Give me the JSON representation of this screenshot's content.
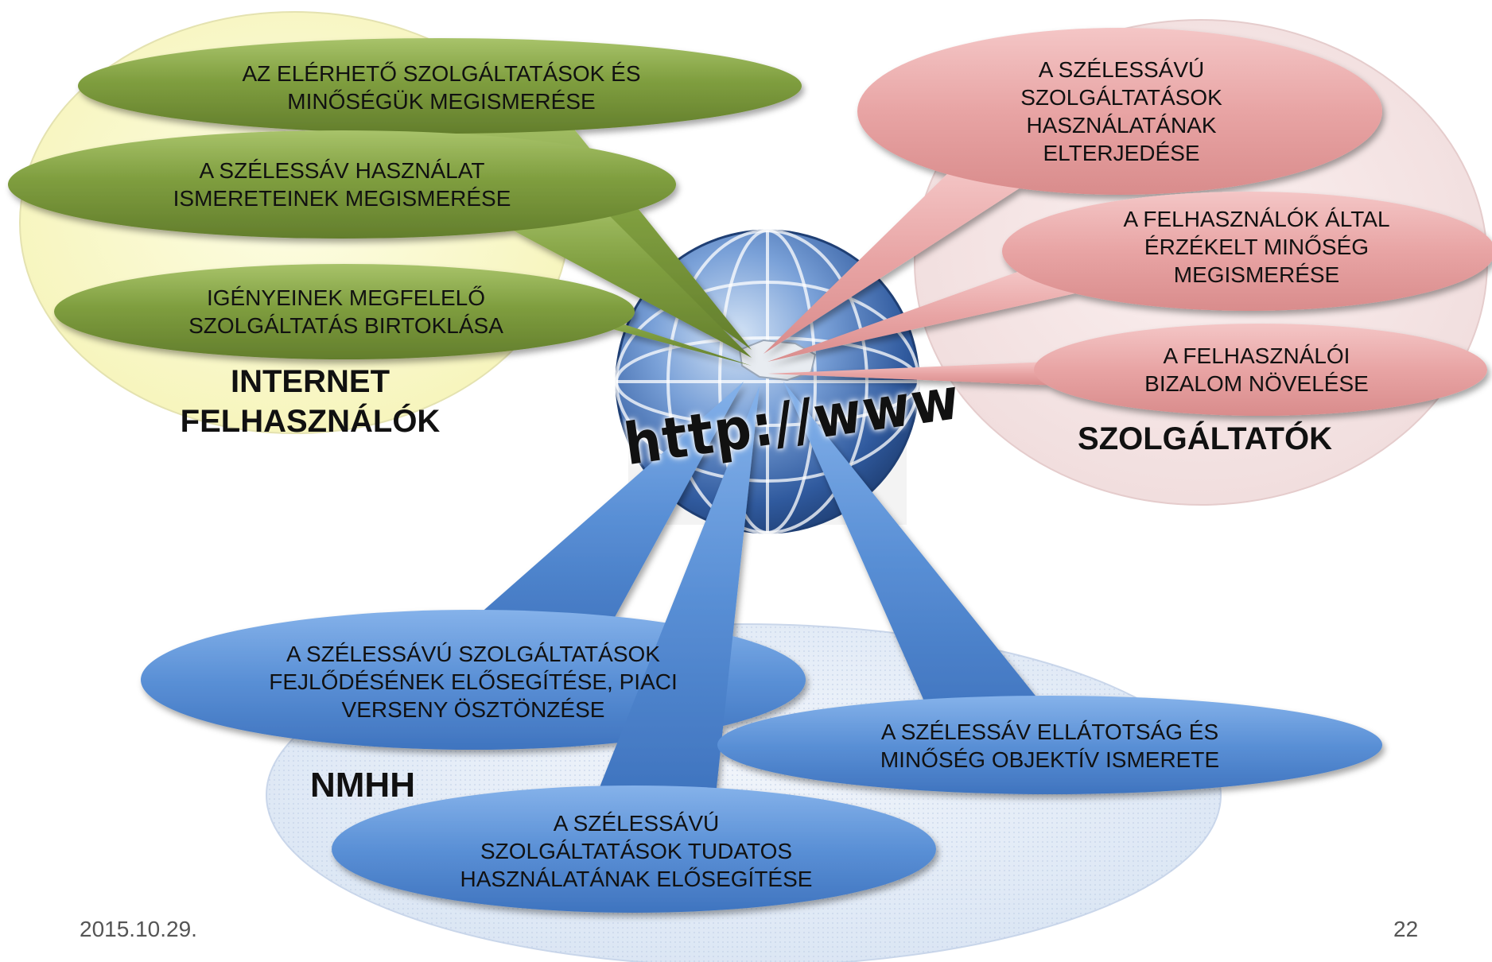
{
  "groups": {
    "users": {
      "label": "INTERNET\nFELHASZNÁLÓK",
      "color": "#fbfad0"
    },
    "providers": {
      "label": "SZOLGÁLTATÓK",
      "color": "#f6e4e4"
    },
    "regulator": {
      "label": "NMHH",
      "color": "#e6eef8"
    }
  },
  "globe": {
    "url_text": "http://www",
    "color": "#3e6fb6"
  },
  "bubbles": {
    "users": [
      "AZ ELÉRHETŐ SZOLGÁLTATÁSOK ÉS\nMINŐSÉGÜK MEGISMERÉSE",
      "A SZÉLESSÁV HASZNÁLAT\nISMERETEINEK MEGISMERÉSE",
      "IGÉNYEINEK MEGFELELŐ\nSZOLGÁLTATÁS BIRTOKLÁSA"
    ],
    "providers": [
      "A SZÉLESSÁVÚ\nSZOLGÁLTATÁSOK\nHASZNÁLATÁNAK\nELTERJEDÉSE",
      "A FELHASZNÁLÓK ÁLTAL\nÉRZÉKELT MINŐSÉG\nMEGISMERÉSE",
      "A FELHASZNÁLÓI\nBIZALOM NÖVELÉSE"
    ],
    "regulator": [
      "A SZÉLESSÁVÚ SZOLGÁLTATÁSOK\nFEJLŐDÉSÉNEK ELŐSEGÍTÉSE, PIACI\nVERSENY ÖSZTÖNZÉSE",
      "A SZÉLESSÁV ELLÁTOTSÁG ÉS\nMINŐSÉG OBJEKTÍV ISMERETE",
      "A SZÉLESSÁVÚ\nSZOLGÁLTATÁSOK TUDATOS\nHASZNÁLATÁNAK ELŐSEGÍTÉSE"
    ]
  },
  "colors": {
    "green": "#77963a",
    "pink": "#e6a3a3",
    "blue": "#5a90d6"
  },
  "footer": {
    "date": "2015.10.29.",
    "page": "22"
  }
}
